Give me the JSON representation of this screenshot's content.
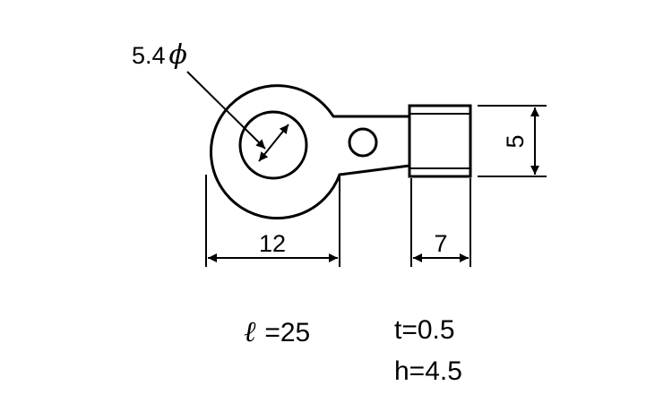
{
  "dimensions": {
    "hole_diameter": {
      "value": "5.4",
      "symbol": "ϕ"
    },
    "ring_width": "12",
    "tab_length": "7",
    "tab_height": "5"
  },
  "specs": {
    "length": {
      "symbol": "ℓ",
      "text": "=25"
    },
    "thickness": "t=0.5",
    "height": "h=4.5"
  },
  "colors": {
    "line": "#000000",
    "background": "#ffffff"
  }
}
